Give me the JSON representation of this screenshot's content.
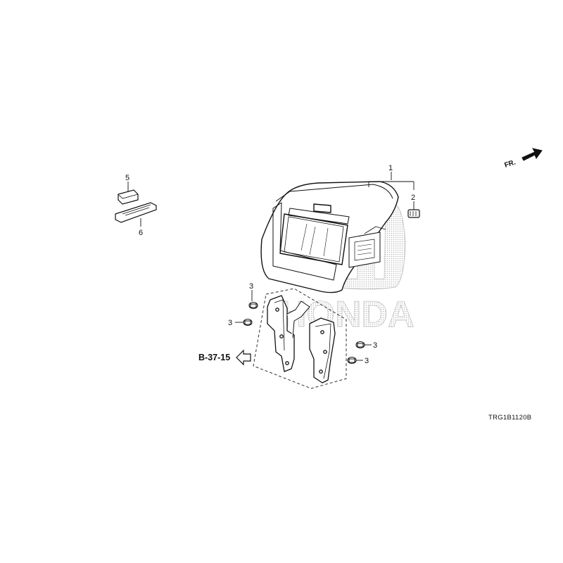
{
  "watermark": {
    "brand": "HONDA",
    "color": "#c8c8c8"
  },
  "direction": {
    "label": "FR."
  },
  "diagram_code": "TRG1B1120B",
  "reference": {
    "label": "B-37-15"
  },
  "callouts": {
    "c1": "1",
    "c2": "2",
    "c3a": "3",
    "c3b": "3",
    "c3c": "3",
    "c3d": "3",
    "c5": "5",
    "c6": "6"
  },
  "colors": {
    "line": "#111111",
    "background": "#ffffff"
  }
}
